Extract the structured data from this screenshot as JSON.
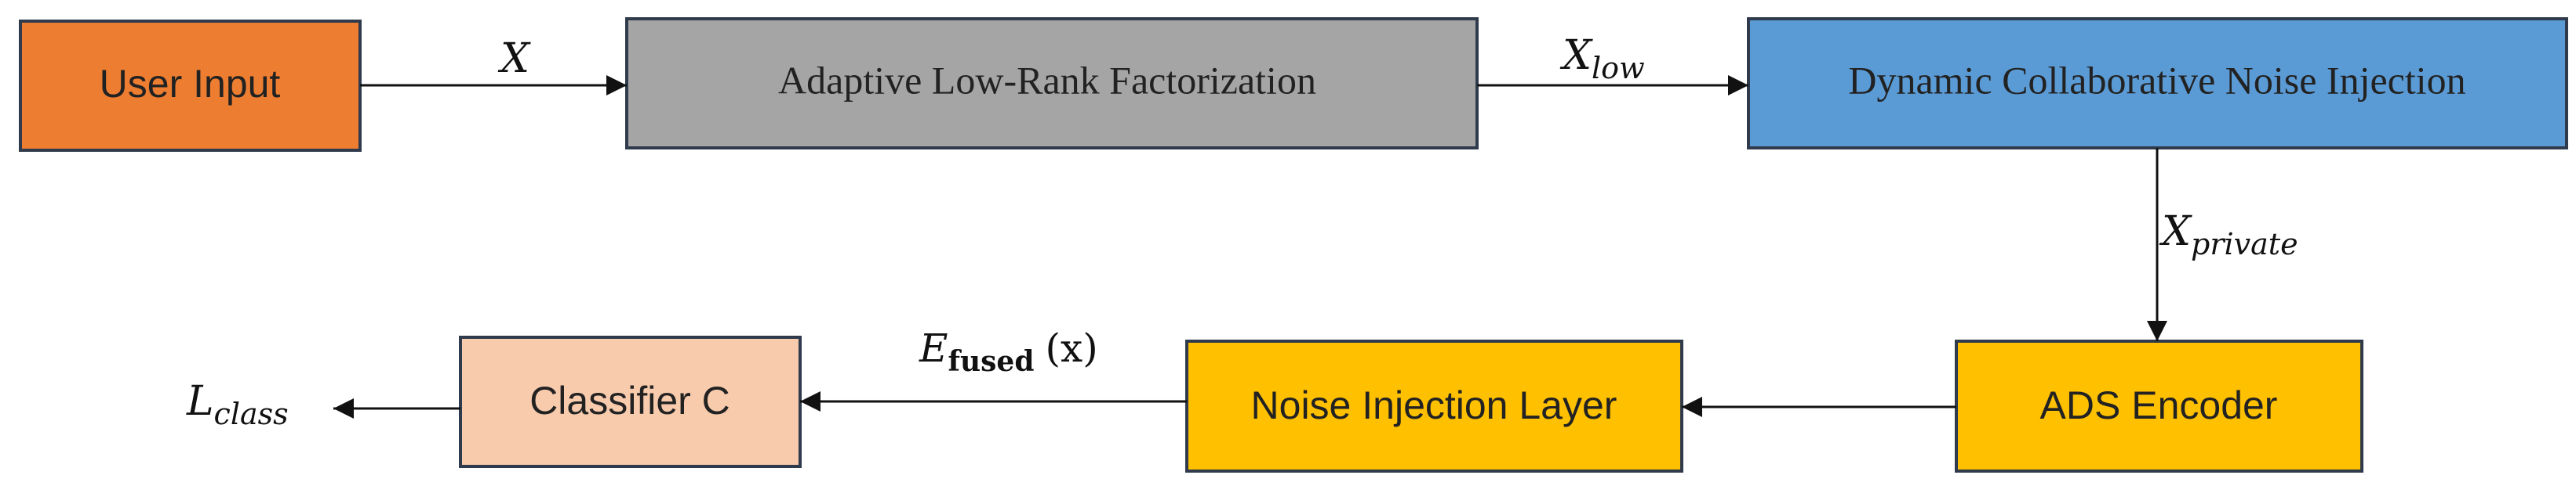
{
  "nodes": {
    "user_input": {
      "label": "User Input",
      "fill": "#ED7D31"
    },
    "low_rank": {
      "label": "Adaptive Low-Rank Factorization",
      "fill": "#A5A5A5"
    },
    "noise_collab": {
      "label": "Dynamic Collaborative Noise Injection",
      "fill": "#5B9BD5"
    },
    "ads_encoder": {
      "label": "ADS Encoder",
      "fill": "#FFC000"
    },
    "noise_layer": {
      "label": "Noise Injection Layer",
      "fill": "#FFC000"
    },
    "classifier": {
      "label": "Classifier C",
      "fill": "#F8CBAD"
    }
  },
  "edges": {
    "x": {
      "main": "X"
    },
    "x_low": {
      "main": "X",
      "sub": "low"
    },
    "x_private": {
      "main": "X",
      "sub": "private"
    },
    "e_fused": {
      "main": "E",
      "sub": "fused",
      "arg": "(x)"
    },
    "l_class": {
      "main": "L",
      "sub": "class"
    }
  },
  "colors": {
    "stroke": "#2F3B4C",
    "arrow": "#111111"
  }
}
